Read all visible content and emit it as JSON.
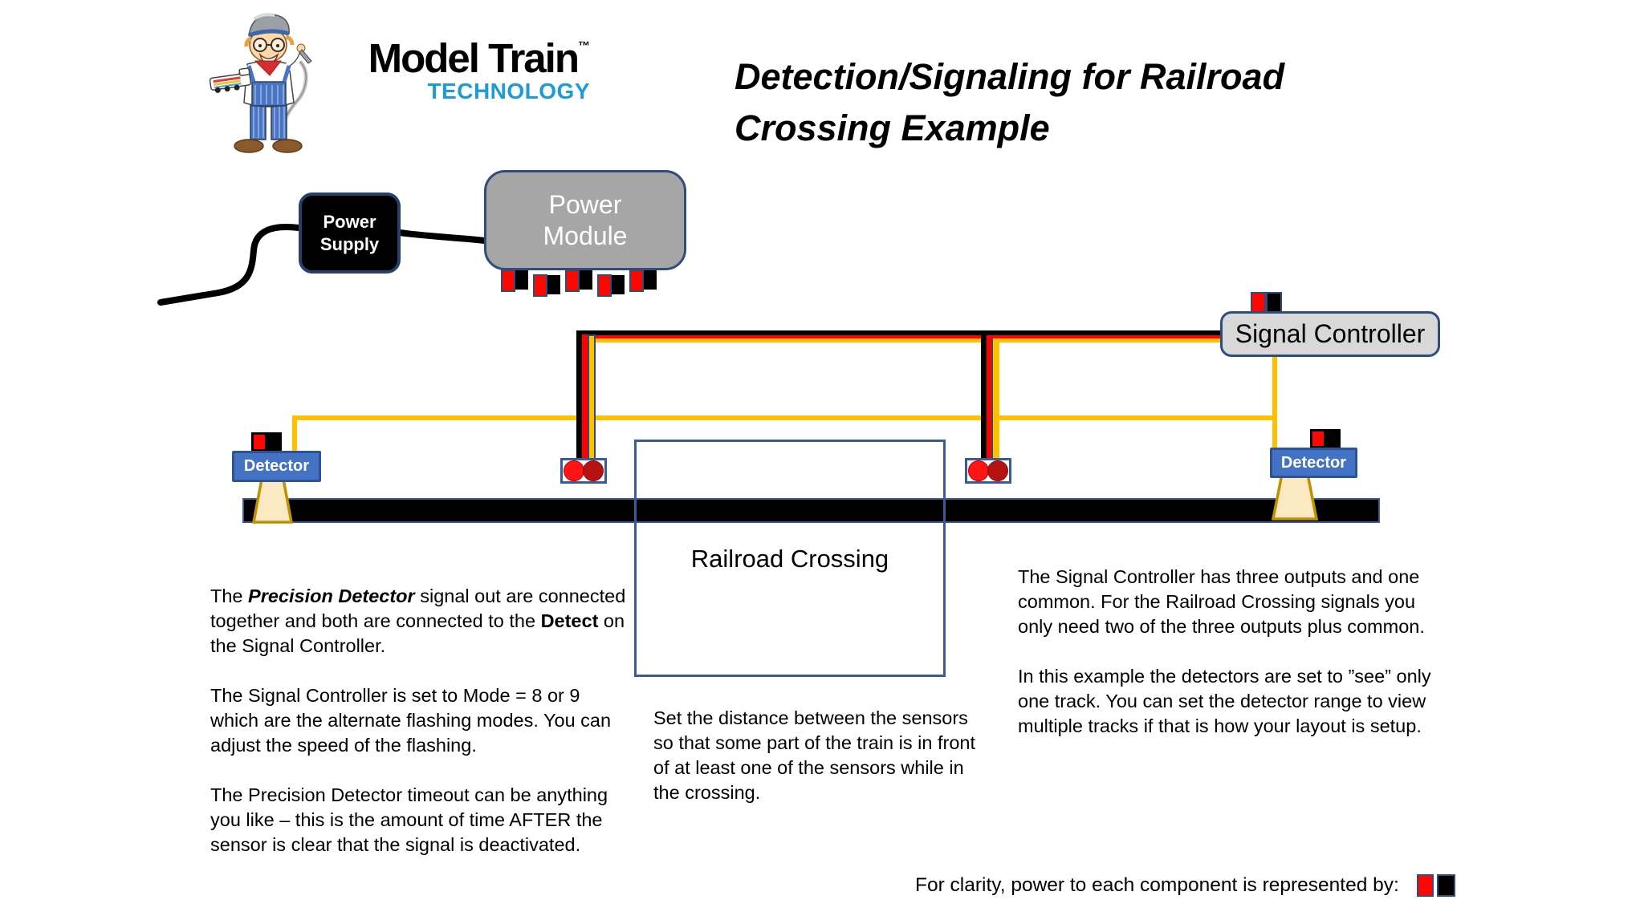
{
  "logo": {
    "brand": "Model Train",
    "trademark": "™",
    "subtitle": "TECHNOLOGY",
    "subtitle_color": "#1B9CD8"
  },
  "title": {
    "line1": "Detection/Signaling for Railroad",
    "line2": "Crossing Example"
  },
  "components": {
    "power_supply": "Power Supply",
    "power_module": "Power Module",
    "signal_controller": "Signal Controller",
    "detector_left": "Detector",
    "detector_right": "Detector",
    "railroad_crossing": "Railroad Crossing"
  },
  "icons": {
    "power_connector": "red-black-terminal-pair",
    "detector_connector": "red-black-terminal-pair",
    "crossing_signal": "dual-red-lamp-signal",
    "detection_beam": "beam-cone"
  },
  "notes": {
    "left_p1": {
      "a": "The ",
      "b": "Precision Detector",
      "c": " signal out are connected together and both are connected to the ",
      "d": "Detect",
      "e": " on the Signal Controller."
    },
    "left_p2": "The Signal Controller is set to Mode = 8 or 9 which are the alternate flashing modes. You can adjust the speed of the flashing.",
    "left_p3": "The Precision Detector timeout can be anything you like – this is the amount of time AFTER the sensor is clear that the signal is deactivated.",
    "middle": "Set the distance between the sensors so that some part of the train is in front of at least one of the sensors while in the crossing.",
    "right_p1": "The Signal Controller has three outputs and one common.  For the Railroad Crossing signals you only need two of the three outputs plus common.",
    "right_p2": "In this example the detectors are set to ”see” only one track.  You can set the detector range to view multiple tracks if that is how your layout is setup."
  },
  "legend": {
    "text": "For clarity, power to each component is represented by:"
  },
  "colors": {
    "wire_yellow": "#FFC000",
    "wire_red": "#FF0000",
    "wire_black": "#000000",
    "signal_lamp_on": "#FF1414",
    "signal_lamp_off": "#B51212",
    "detector_blue": "#4472C4",
    "box_border_blue": "#2E4D7B",
    "module_gray": "#A6A6A6",
    "controller_gray": "#D8D8D8",
    "beam_cream": "#FAE9C2",
    "beam_border": "#BF9000"
  }
}
